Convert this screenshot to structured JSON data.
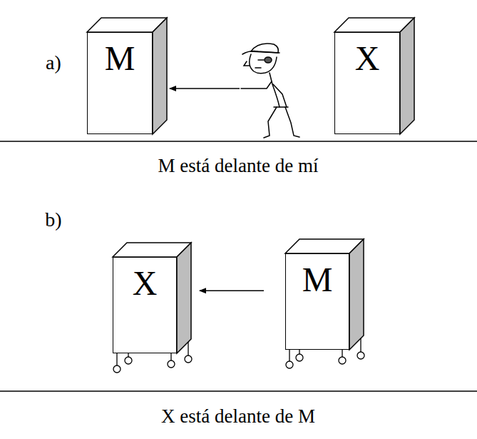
{
  "diagram": {
    "nodes": [
      {
        "text": [
          "M"
        ]
      },
      {
        "text": [
          "X"
        ]
      },
      {
        "text": [
          "X"
        ]
      },
      {
        "text": [
          "M"
        ]
      }
    ],
    "edges": [
      {
        "from": 3,
        "to": 2,
        "arrow": "to"
      }
    ],
    "labels": [
      "a)",
      "M está delante de mí",
      "b)",
      "X está delante de M"
    ]
  }
}
